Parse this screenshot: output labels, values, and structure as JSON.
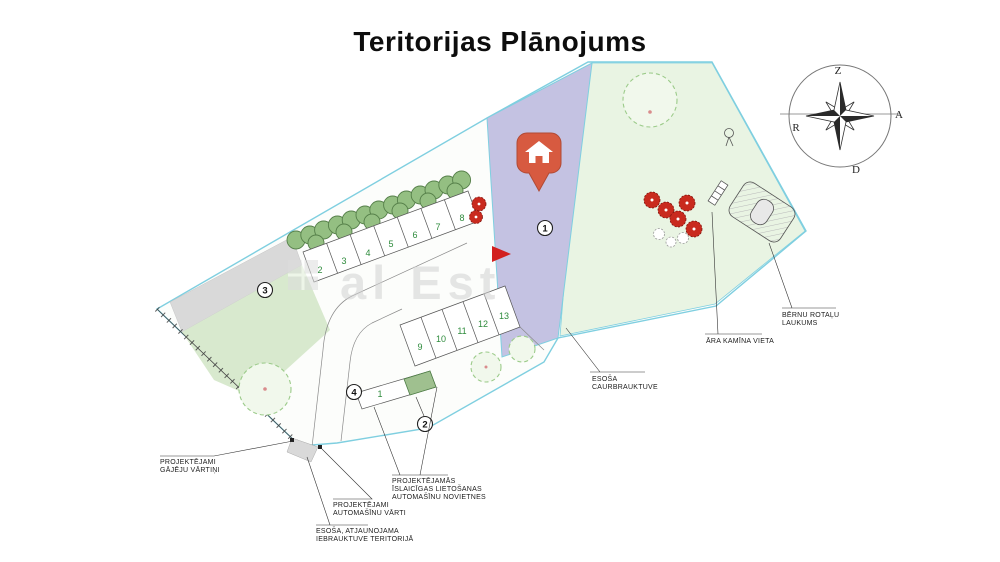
{
  "title": "Teritorijas Plānojums",
  "watermark": "al Est",
  "compass": {
    "n": "Z",
    "e": "A",
    "s": "D",
    "w": "R"
  },
  "zone_markers": [
    "1",
    "2",
    "3",
    "4"
  ],
  "stalls": {
    "top_row": [
      "2",
      "3",
      "4",
      "5",
      "6",
      "7",
      "8"
    ],
    "mid_row": [
      "9",
      "10",
      "11",
      "12",
      "13"
    ],
    "single": "1"
  },
  "labels": {
    "pedestrian_gate": {
      "lines": [
        "PROJEKTĒJAMI",
        "GĀJĒJU VĀRTIŅI"
      ]
    },
    "car_gate": {
      "lines": [
        "PROJEKTĒJAMI",
        "AUTOMAŠĪNU VĀRTI"
      ]
    },
    "entry_drive": {
      "lines": [
        "ESOŠA, ATJAUNOJAMA",
        "IEBRAUKTUVE TERITORIJĀ"
      ]
    },
    "temp_parking": {
      "lines": [
        "PROJEKTĒJAMĀS",
        "ĪSLAICĪGAS LIETOŠANAS",
        "AUTOMAŠĪNU NOVIETNES"
      ]
    },
    "thoroughfare": {
      "lines": [
        "ESOŠA",
        "CAURBRAUKTUVE"
      ]
    },
    "fire_pit": {
      "lines": [
        "ĀRA KAMĪNA VIETA"
      ]
    },
    "playground": {
      "lines": [
        "BĒRNU ROTAĻU",
        "LAUKUMS"
      ]
    }
  },
  "colors": {
    "pin": "#D75A40",
    "thoroughfare": "#C4C2E2",
    "parcel_border": "#7FCFE0",
    "lawn_west": "#D8E9CE",
    "lawn_east": "#E9F4E3",
    "hedge": "#94BF82",
    "stall_number": "#2E8B3C",
    "flower_red": "#C92A1E",
    "gray_path": "#D9D9D9"
  }
}
